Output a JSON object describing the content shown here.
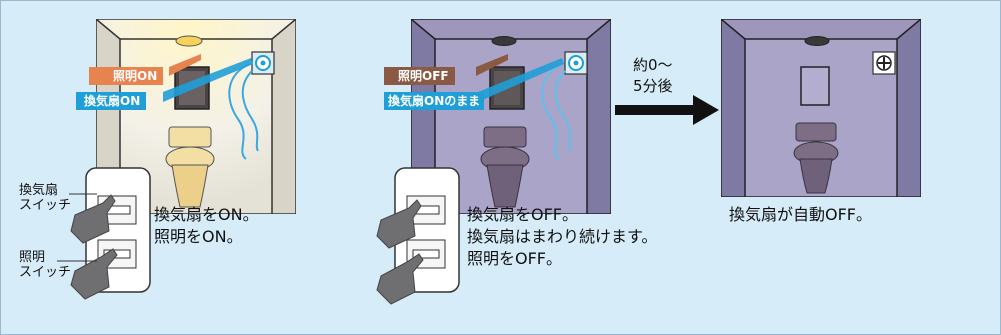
{
  "colors": {
    "background": "#d6ecf8",
    "room_lit_wall": "#f4f1e8",
    "room_dark_wall": "#9c97bb",
    "light_on_tag": "#e7834f",
    "light_off_tag": "#8a5a44",
    "fan_on_tag": "#1f9ed8",
    "arrow": "#111111"
  },
  "panels": [
    {
      "light_tag": "照明ON",
      "fan_tag": "換気扇ON",
      "caption_lines": [
        "換気扇をON。",
        "照明をON。"
      ],
      "switch_labels": {
        "fan": [
          "換気扇",
          "スイッチ"
        ],
        "light": [
          "照明",
          "スイッチ"
        ]
      }
    },
    {
      "light_tag": "照明OFF",
      "fan_tag": "換気扇ONのまま",
      "caption_lines": [
        "換気扇をOFF。",
        "換気扇はまわり続けます。",
        "照明をOFF。"
      ]
    },
    {
      "caption_lines": [
        "換気扇が自動OFF。"
      ]
    }
  ],
  "wait_label": [
    "約0～",
    "5分後"
  ],
  "icons": [
    "ceiling-light-icon",
    "vent-fan-icon",
    "window-icon",
    "toilet-icon",
    "wall-switch-icon",
    "hand-pointer-icon",
    "right-arrow-icon"
  ]
}
